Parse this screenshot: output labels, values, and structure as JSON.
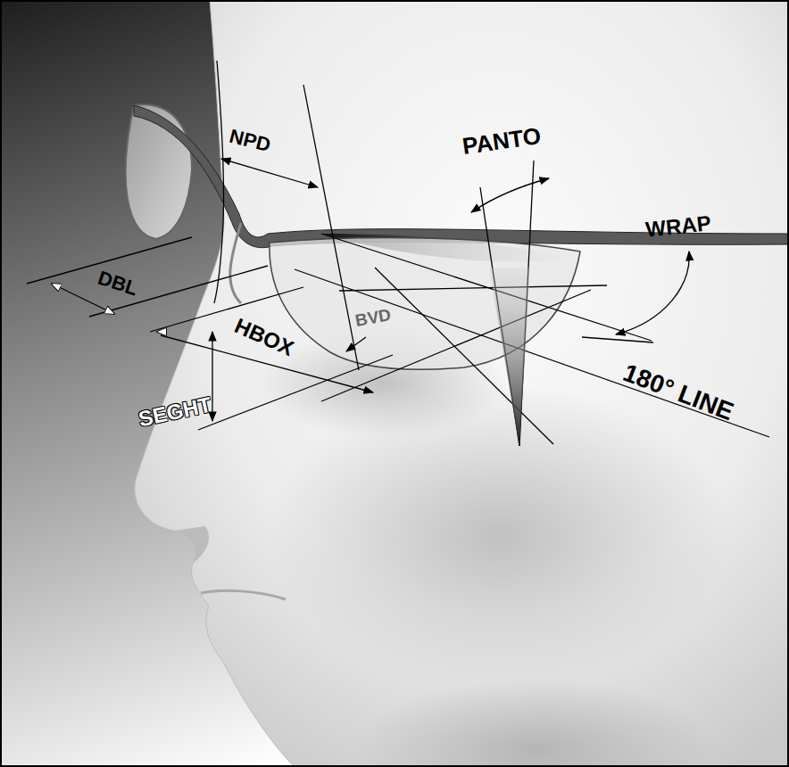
{
  "diagram": {
    "labels": [
      "NPD",
      "PANTO",
      "WRAP",
      "DBL",
      "BVD",
      "HBOX",
      "SEGHT",
      "180° LINE"
    ]
  }
}
